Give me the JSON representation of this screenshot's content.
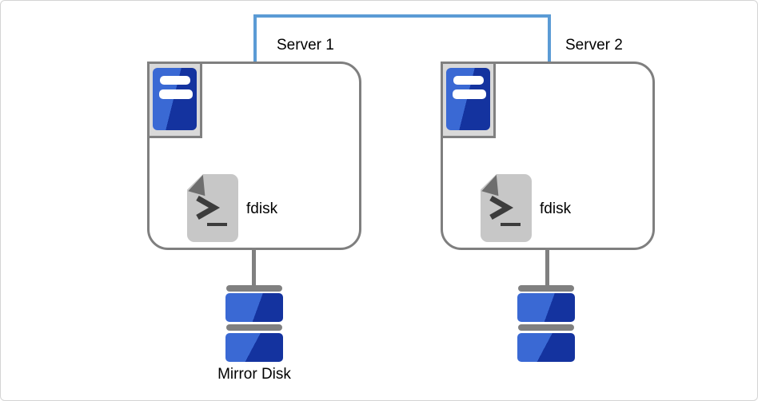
{
  "diagram": {
    "servers": [
      {
        "label": "Server 1",
        "command_label": "fdisk"
      },
      {
        "label": "Server 2",
        "command_label": "fdisk"
      }
    ],
    "mirror_disk_label": "Mirror Disk",
    "icons": {
      "server_chip": "server-icon",
      "command_file": "terminal-file-icon",
      "disk": "disk-stack-icon"
    },
    "colors": {
      "accent_blue": "#5b9bd5",
      "box_border": "#7f7f7f",
      "connector_grey": "#808080",
      "icon_grey_fill": "#d9d9d9",
      "icon_blue_light": "#3a69d4",
      "icon_blue_dark": "#14339f",
      "file_grey": "#c7c7c7",
      "fold_grey": "#6e6e6e",
      "glyph_dark": "#3c3c3c"
    }
  }
}
